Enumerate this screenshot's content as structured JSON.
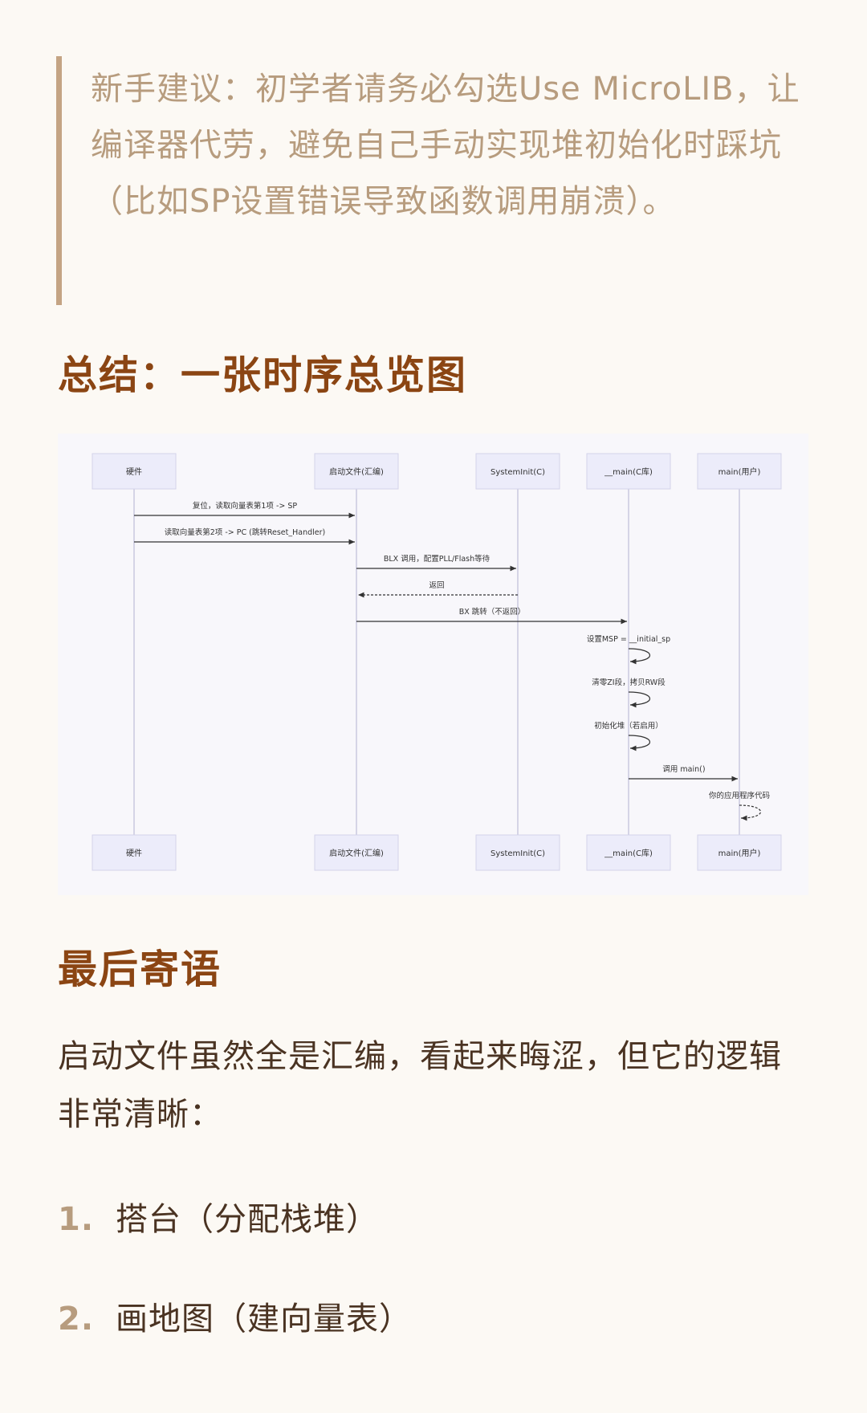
{
  "tip": {
    "text": "新手建议：初学者请务必勾选Use MicroLIB，让编译器代劳，避免自己手动实现堆初始化时踩坑（比如SP设置错误导致函数调用崩溃）。"
  },
  "summary": {
    "heading": "总结：一张时序总览图"
  },
  "diagram": {
    "participants": [
      "硬件",
      "启动文件(汇编)",
      "SystemInit(C)",
      "__main(C库)",
      "main(用户)"
    ],
    "messages": [
      {
        "text": "复位，读取向量表第1项 -> SP"
      },
      {
        "text": "读取向量表第2项 -> PC (跳转Reset_Handler)"
      },
      {
        "text": "BLX 调用，配置PLL/Flash等待"
      },
      {
        "text": "返回"
      },
      {
        "text": "BX 跳转（不返回）"
      },
      {
        "text": "设置MSP = __initial_sp"
      },
      {
        "text": "清零ZI段，拷贝RW段"
      },
      {
        "text": "初始化堆（若启用）"
      },
      {
        "text": "调用 main()"
      },
      {
        "text": "你的应用程序代码"
      }
    ]
  },
  "final": {
    "heading": "最后寄语",
    "paragraph": "启动文件虽然全是汇编，看起来晦涩，但它的逻辑非常清晰：",
    "items": [
      {
        "num": "1.",
        "text": "搭台（分配栈堆）"
      },
      {
        "num": "2.",
        "text": "画地图（建向量表）"
      }
    ]
  }
}
